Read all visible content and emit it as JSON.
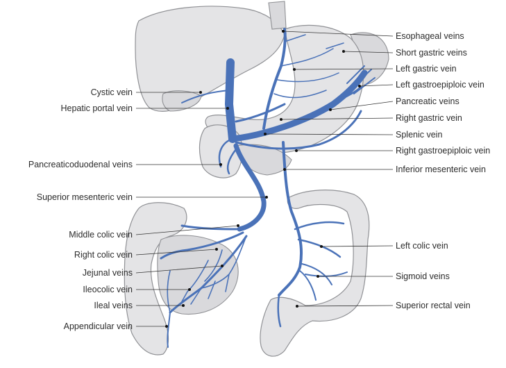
{
  "labels": {
    "esophageal_veins": "Esophageal veins",
    "short_gastric_veins": "Short gastric veins",
    "left_gastric_vein": "Left gastric vein",
    "left_gastroepiploic_vein": "Left gastroepiploic vein",
    "pancreatic_veins": "Pancreatic veins",
    "right_gastric_vein": "Right gastric vein",
    "splenic_vein": "Splenic vein",
    "right_gastroepiploic_vein": "Right gastroepiploic vein",
    "inferior_mesenteric_vein": "Inferior mesenteric vein",
    "left_colic_vein": "Left colic vein",
    "sigmoid_veins": "Sigmoid veins",
    "superior_rectal_vein": "Superior rectal vein",
    "cystic_vein": "Cystic vein",
    "hepatic_portal_vein": "Hepatic portal vein",
    "pancreaticoduodenal_veins": "Pancreaticoduodenal veins",
    "superior_mesenteric_vein": "Superior mesenteric vein",
    "middle_colic_vein": "Middle colic vein",
    "right_colic_vein": "Right colic vein",
    "jejunal_veins": "Jejunal veins",
    "ileocolic_vein": "Ileocolic vein",
    "ileal_veins": "Ileal veins",
    "appendicular_vein": "Appendicular vein"
  },
  "colors": {
    "vein": "#4a72b8",
    "organ_fill": "#e4e4e6",
    "organ_stroke": "#8f9094"
  }
}
